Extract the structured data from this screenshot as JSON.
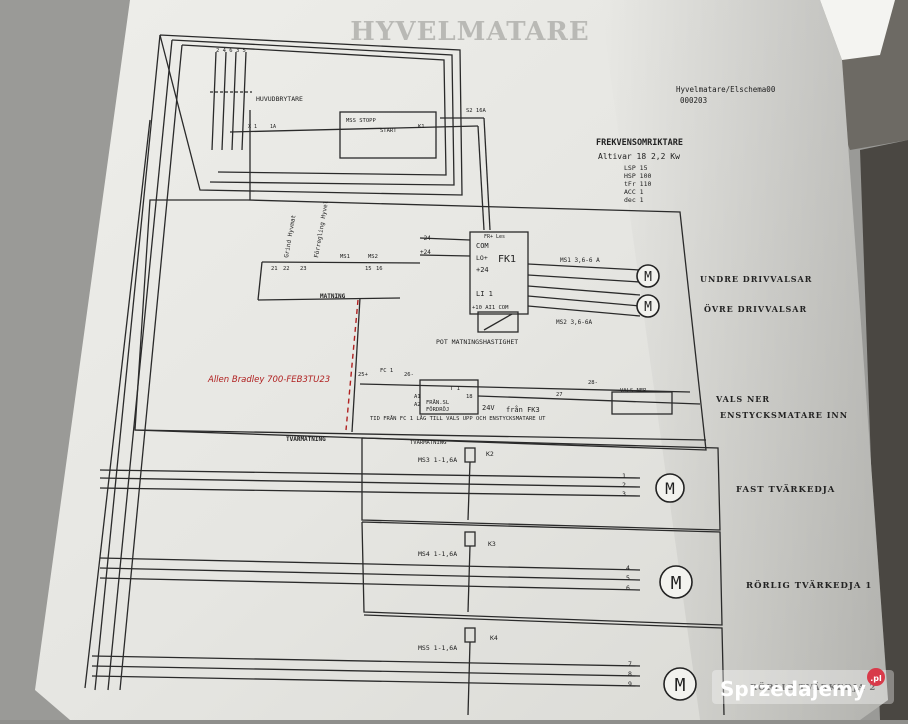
{
  "diagram": {
    "title_faded": "HYVELMATARE",
    "header": {
      "line1": "Hyvelmatare/Elschema00",
      "line2": "000203"
    },
    "vfd": {
      "title": "FREKVENSOMRIKTARE",
      "model": "Altivar 18  2,2 Kw",
      "params": [
        "LSP 15",
        "HSP 100",
        "tFr 110",
        "ACC 1",
        "dec 1"
      ]
    },
    "main_switch": {
      "label": "HUVUDBRYTARE",
      "terminals": "2 4 6 3 5"
    },
    "stop_block": {
      "stop": "MSS STOPP",
      "start": "START",
      "k1": "K1",
      "fuse": "S2 16A",
      "fuse_small": "1A",
      "term": "X 1"
    },
    "controller": {
      "top": "FR+ Les",
      "com": "COM",
      "li_plus": "LO+",
      "fk": "FK1",
      "p24": "+24",
      "li1": "LI 1",
      "bottom": "+10  AI1  COM",
      "neg24": "-24",
      "pos24": "+24"
    },
    "selector": {
      "labels": [
        "Grind Hyvmat",
        "Förregling Hyvel"
      ],
      "terminals": [
        "21",
        "22",
        "23",
        "MS1",
        "MS2",
        "15",
        "16"
      ],
      "matning": "MATNING"
    },
    "pot_label": "POT MATNINGSHASTIGHET",
    "motors_top": [
      {
        "ms": "MS1 3,6-6 A",
        "label": "UNDRE DRIVVALSAR"
      },
      {
        "ms": "MS2 3,6-6A",
        "label": "ÖVRE DRIVVALSAR"
      }
    ],
    "handwritten_note": "Allen Bradley 700-FEB3TU23",
    "timer": {
      "t1": "T 1",
      "fc": "FC 1",
      "t25": "25+",
      "t26": "26-",
      "t18": "18",
      "t27": "27",
      "t28": "28-",
      "fran": "FRÅN.SL",
      "fordroj": "FÖRDRÖJ",
      "volt": "24V",
      "fran_fk": "från FK3",
      "a1": "A1",
      "a2": "A2",
      "long_text": "TID FRÅN FC 1 LÅG TILL VALS UPP OCH ENSTYCKSMATARE UT",
      "valve": "VALS NER"
    },
    "labels": {
      "vals_ner": "VALS NER",
      "enstycksmatare": "ENSTYCKSMATARE INN",
      "tvarmatning": "TVÄRMATNING",
      "tvarmatning2": "TVÄRMATNING"
    },
    "motors_bottom": [
      {
        "ms": "MS3 1-1,6A",
        "k": "K2",
        "terms": [
          "1",
          "2",
          "3"
        ],
        "label": "FAST TVÄRKEDJA"
      },
      {
        "ms": "MS4 1-1,6A",
        "k": "K3",
        "terms": [
          "4",
          "5",
          "6"
        ],
        "label": "RÖRLIG TVÄRKEDJA 1"
      },
      {
        "ms": "MS5 1-1,6A",
        "k": "K4",
        "terms": [
          "7",
          "8",
          "9"
        ],
        "label": "RÖRLIG TVÄRKEDJA 2"
      }
    ],
    "motor_symbol": "M",
    "watermark": "Sprzedajemy",
    "watermark_tld": ".pl"
  }
}
